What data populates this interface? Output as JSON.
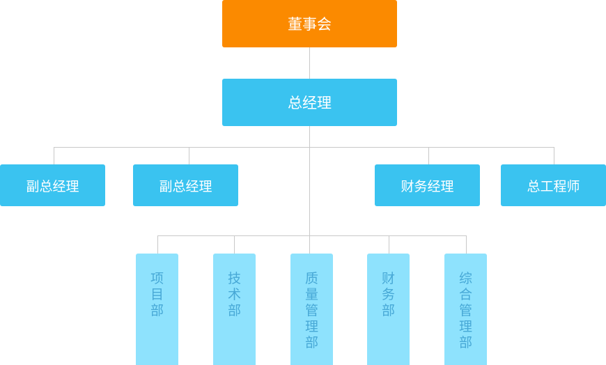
{
  "board": {
    "label": "董事会"
  },
  "general_manager": {
    "label": "总经理"
  },
  "managers": [
    {
      "label": "副总经理"
    },
    {
      "label": "副总经理"
    },
    {
      "label": "财务经理"
    },
    {
      "label": "总工程师"
    }
  ],
  "departments": [
    {
      "label": "项目部"
    },
    {
      "label": "技术部"
    },
    {
      "label": "质量管理部"
    },
    {
      "label": "财务部"
    },
    {
      "label": "综合管理部"
    }
  ],
  "colors": {
    "board": "#fb8a00",
    "manager": "#3ac3f0",
    "department": "#8ee2fd",
    "department_text": "#47a8d6",
    "connector": "#c8c8c8"
  }
}
